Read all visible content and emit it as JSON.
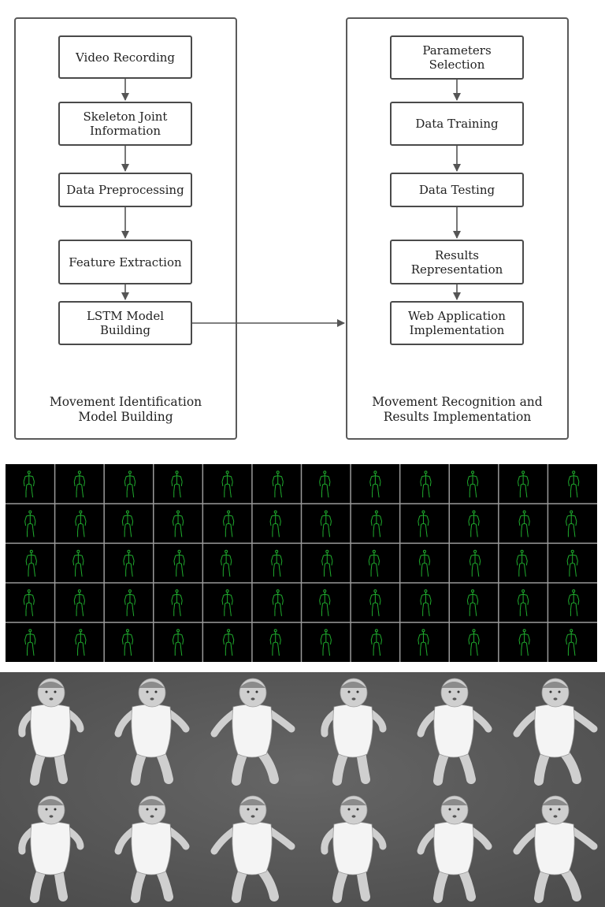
{
  "left_panel": {
    "steps": [
      "Video Recording",
      "Skeleton Joint\nInformation",
      "Data Preprocessing",
      "Feature Extraction",
      "LSTM Model\nBuilding"
    ],
    "caption": "Movement Identification\nModel Building"
  },
  "right_panel": {
    "steps": [
      "Parameters\nSelection",
      "Data Training",
      "Data Testing",
      "Results\nRepresentation",
      "Web Application\nImplementation"
    ],
    "caption": "Movement Recognition and\nResults Implementation"
  },
  "skeleton_grid": {
    "rows": 5,
    "cols": 12,
    "line_color": "#1fae2e",
    "background": "#000000"
  },
  "infant_grid": {
    "rows": 2,
    "cols": 6,
    "background": "#5d5d5d"
  }
}
